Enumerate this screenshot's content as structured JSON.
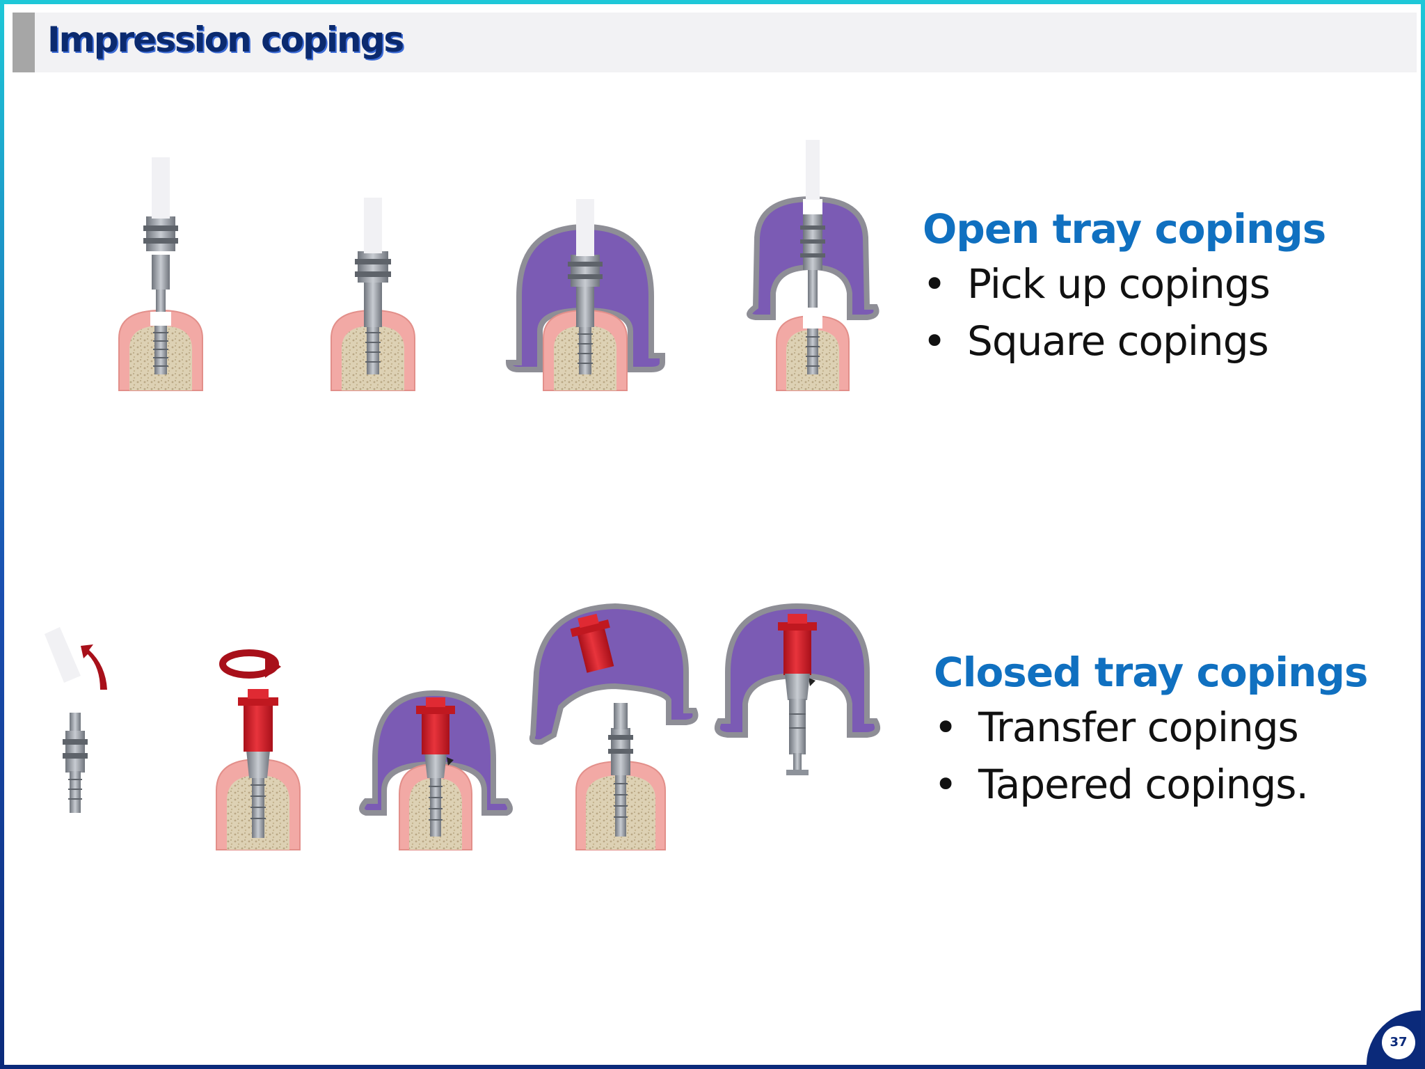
{
  "slide": {
    "title": "Impression copings",
    "page_number": "37"
  },
  "open_tray": {
    "heading": "Open tray copings",
    "bullet_char": "•",
    "items": [
      "Pick up copings",
      "Square copings"
    ]
  },
  "closed_tray": {
    "heading": "Closed tray copings",
    "bullet_char": "•",
    "items": [
      "Transfer copings",
      "Tapered copings."
    ]
  },
  "colors": {
    "title_text": "#0b2a6e",
    "heading_blue": "#1070c0",
    "tray_purple": "#7b5bb4",
    "coping_red": "#d8202a",
    "gum_pink": "#f2a9a5",
    "bone": "#ddd1b4",
    "metal": "#8d929a",
    "frame_cyan": "#1ec8d8",
    "frame_navy": "#0b2a7a"
  },
  "icons": [
    "open-tray-step-illustration",
    "closed-tray-step-illustration",
    "rotate-arrow-icon",
    "curved-arrow-icon"
  ]
}
